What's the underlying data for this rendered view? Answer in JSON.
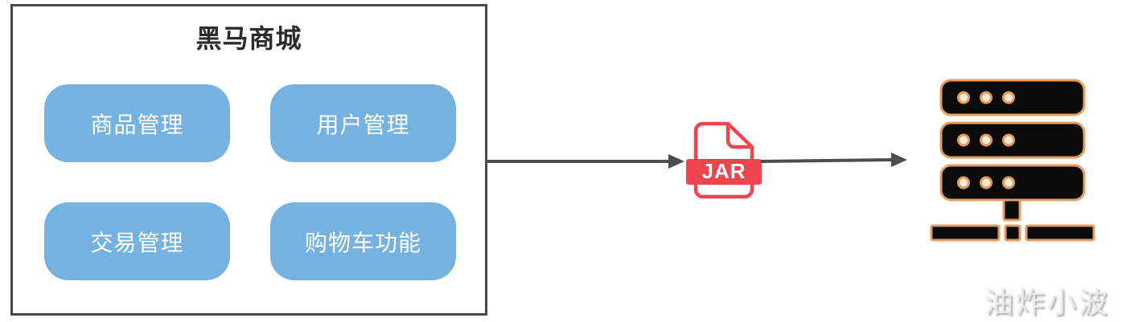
{
  "diagram": {
    "box_title": "黑马商城",
    "modules": [
      {
        "id": "product",
        "label": "商品管理"
      },
      {
        "id": "user",
        "label": "用户管理"
      },
      {
        "id": "trade",
        "label": "交易管理"
      },
      {
        "id": "cart",
        "label": "购物车功能"
      }
    ],
    "jar": {
      "label": "JAR",
      "icon": "jar-file-icon"
    },
    "server": {
      "icon": "server-icon"
    },
    "arrows": [
      {
        "from": "heima-mall-box",
        "to": "jar-file-icon"
      },
      {
        "from": "jar-file-icon",
        "to": "server-icon"
      }
    ],
    "watermark": "油炸小波"
  },
  "colors": {
    "module_blue": "#75B2E0",
    "module_text": "#ffffff",
    "box_border": "#4a4a4a",
    "title_text": "#2b2b2b",
    "arrow_gray": "#4d4d4d",
    "jar_red": "#F0454F",
    "server_black": "#0a0a0a",
    "server_orange": "#E89B5B",
    "server_dot_center": "#F6ECDA",
    "watermark_gray": "#ebebeb"
  }
}
